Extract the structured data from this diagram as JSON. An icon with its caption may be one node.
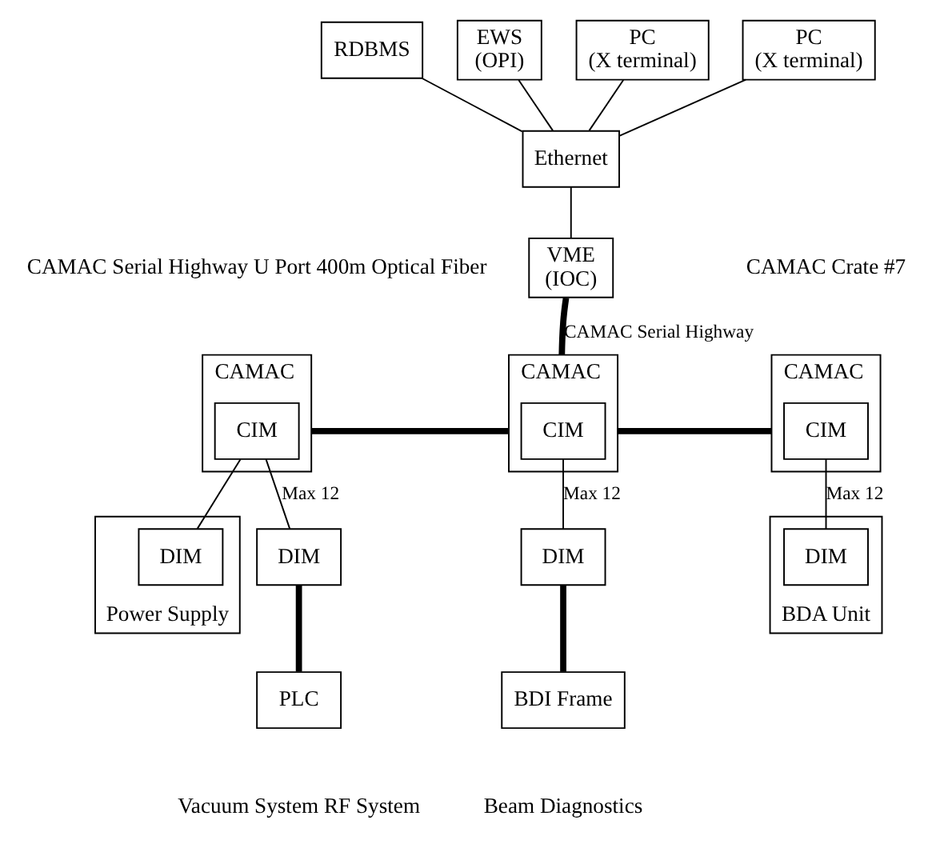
{
  "diagram": {
    "nodes": [
      {
        "text": [
          "RDBMS"
        ]
      },
      {
        "text": [
          "EWS",
          "(OPI)"
        ]
      },
      {
        "text": [
          "PC",
          "(X terminal)"
        ]
      },
      {
        "text": [
          "PC",
          "(X terminal)"
        ]
      },
      {
        "text": [
          "Ethernet"
        ]
      },
      {
        "text": [
          "VME",
          "(IOC)"
        ]
      },
      {
        "text": [
          "CAMAC"
        ]
      },
      {
        "text": [
          "CIM"
        ],
        "in": 6
      },
      {
        "text": [
          "CAMAC"
        ]
      },
      {
        "text": [
          "CIM"
        ],
        "in": 8
      },
      {
        "text": [
          "CAMAC"
        ],
        "beside": [
          "CAMAC Crate #7"
        ]
      },
      {
        "text": [
          "CIM"
        ],
        "in": 10
      },
      {
        "text": [
          "Power Supply"
        ]
      },
      {
        "text": [
          "DIM"
        ],
        "in": 12
      },
      {
        "text": [
          "DIM"
        ]
      },
      {
        "text": [
          "PLC"
        ],
        "beside": [
          "Vacuum System RF System"
        ]
      },
      {
        "text": [
          "DIM"
        ]
      },
      {
        "text": [
          "BDI Frame"
        ],
        "beside": [
          "Beam Diagnostics"
        ]
      },
      {
        "text": [
          "BDA Unit"
        ]
      },
      {
        "text": [
          "DIM"
        ],
        "in": 18
      }
    ],
    "edges": [
      {
        "from": 0,
        "to": 4,
        "arrow": "none"
      },
      {
        "from": 1,
        "to": 4,
        "arrow": "none"
      },
      {
        "from": 2,
        "to": 4,
        "arrow": "none"
      },
      {
        "from": 3,
        "to": 4,
        "arrow": "none"
      },
      {
        "from": 4,
        "to": 5,
        "arrow": "none"
      },
      {
        "from": 5,
        "to": 8,
        "arrow": "none",
        "label": "CAMAC Serial Highway",
        "style": "thick"
      },
      {
        "from": 6,
        "to": 8,
        "arrow": "none",
        "style": "thick"
      },
      {
        "from": 8,
        "to": 10,
        "arrow": "none",
        "style": "thick"
      },
      {
        "from": 7,
        "to": 13,
        "arrow": "none"
      },
      {
        "from": 7,
        "to": 14,
        "arrow": "none",
        "label": "Max 12"
      },
      {
        "from": 9,
        "to": 16,
        "arrow": "none",
        "label": "Max 12"
      },
      {
        "from": 11,
        "to": 19,
        "arrow": "none",
        "label": "Max 12"
      },
      {
        "from": 14,
        "to": 15,
        "arrow": "none",
        "style": "thick"
      },
      {
        "from": 16,
        "to": 17,
        "arrow": "none",
        "style": "thick"
      }
    ],
    "labels": [
      "CAMAC Serial Highway U Port 400m Optical Fiber"
    ]
  }
}
